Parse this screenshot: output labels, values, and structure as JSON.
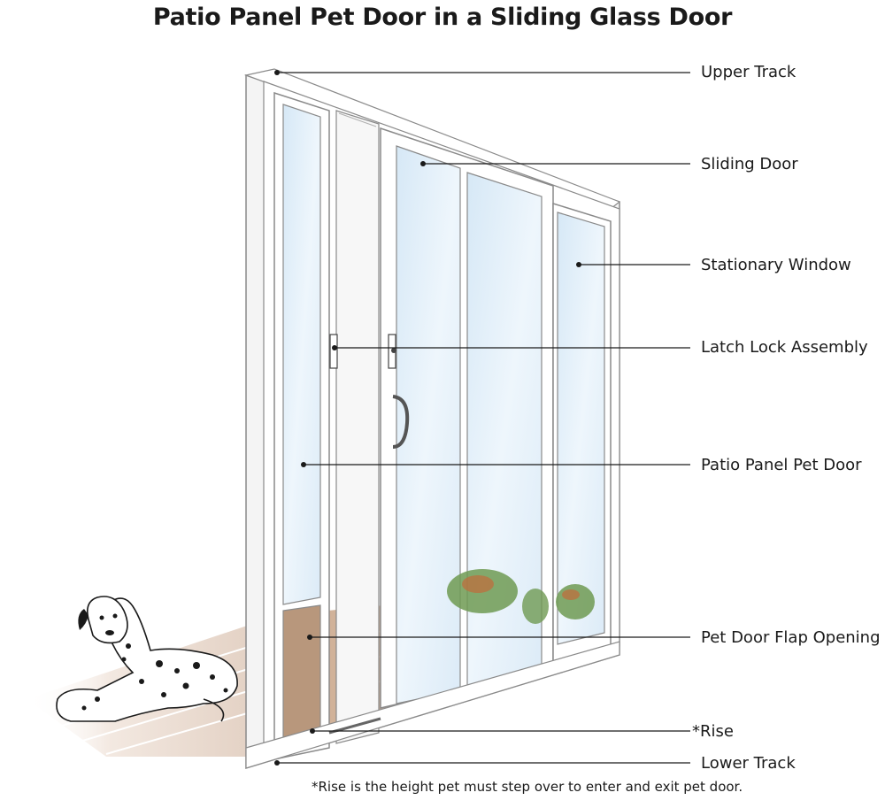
{
  "title": "Patio Panel Pet Door in a Sliding Glass Door",
  "labels": {
    "upper_track": "Upper Track",
    "sliding_door": "Sliding Door",
    "stationary_window": "Stationary Window",
    "latch_lock_assembly": "Latch Lock Assembly",
    "patio_panel_pet_door": "Patio Panel Pet Door",
    "pet_door_flap_opening": "Pet Door Flap Opening",
    "rise": "*Rise",
    "lower_track": "Lower Track"
  },
  "footnote": "*Rise is the height pet must step over to enter and exit pet door.",
  "colors": {
    "frame": "#ffffff",
    "outline": "#8a8a8a",
    "glass": "#e3f0f9",
    "deck": "#c9a487",
    "flap": "#b8977c",
    "leader": "#1a1a1a",
    "dog_spots": "#1a1a1a"
  },
  "illustration": "dalmatian-dog-icon"
}
